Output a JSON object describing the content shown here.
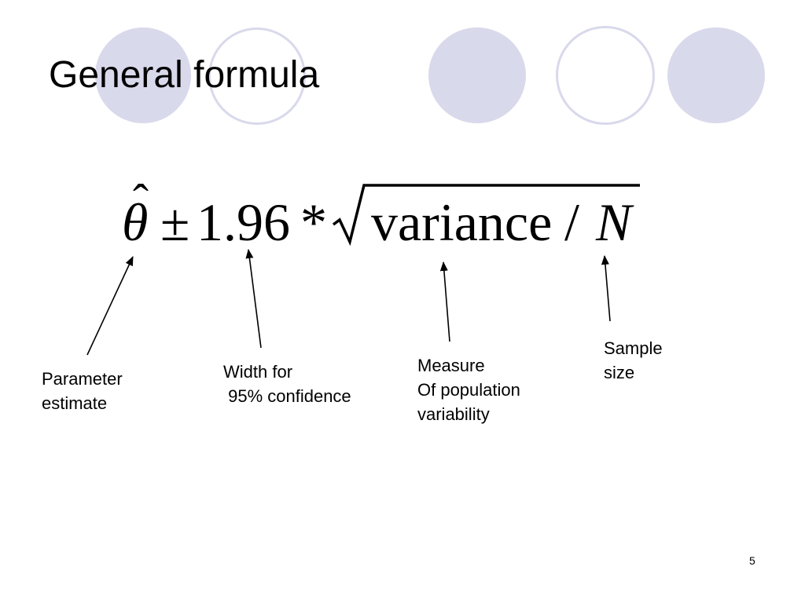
{
  "slide": {
    "title": "General formula",
    "slide_number": "5",
    "accent_color": "#d9d9ec"
  },
  "formula": {
    "estimator_symbol": "θ",
    "hat_symbol": "ˆ",
    "plus_minus": "±",
    "z_value": "1.96",
    "multiply": "*",
    "radicand": "variance",
    "divide": "/",
    "sample_size_symbol": "N"
  },
  "annotations": {
    "parameter": "Parameter\nestimate",
    "width": "Width for\n 95% confidence",
    "variability": "Measure\nOf population\nvariability",
    "sample_size": "Sample\nsize"
  }
}
